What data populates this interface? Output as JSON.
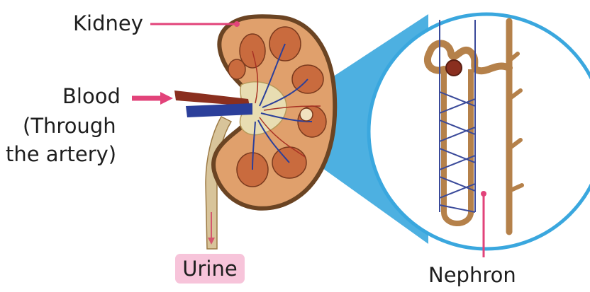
{
  "labels": {
    "kidney": "Kidney",
    "blood": "Blood",
    "blood_through": "(Through",
    "blood_artery": "the artery)",
    "urine": "Urine",
    "nephron": "Nephron"
  },
  "colors": {
    "pointer": "#e2437a",
    "urine_badge": "#f7c4da",
    "zoom_beam": "#3aa7de",
    "artery": "#8a2f1f",
    "vein": "#2b3f9a",
    "kidney_outer": "#6b4423",
    "kidney_tissue": "#d88f5e",
    "ureter": "#d8c49a",
    "nephron_tube": "#b5814a"
  }
}
